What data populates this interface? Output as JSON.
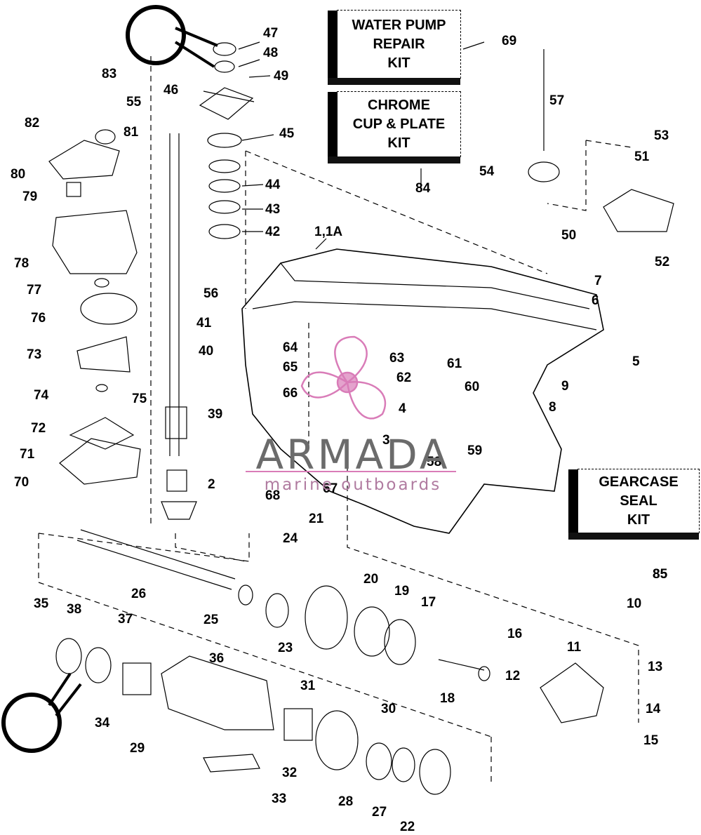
{
  "kits": [
    {
      "id": "water-pump",
      "lines": [
        "WATER PUMP",
        "REPAIR",
        "KIT"
      ],
      "ref": "69"
    },
    {
      "id": "chrome-cup",
      "lines": [
        "CHROME",
        "CUP & PLATE",
        "KIT"
      ],
      "ref": "84"
    },
    {
      "id": "gearcase-seal",
      "lines": [
        "GEARCASE",
        "SEAL",
        "KIT"
      ],
      "ref": "85"
    }
  ],
  "watermark": {
    "brand": "ARMADA",
    "tagline": "marine outboards",
    "accent": "#d97cb8"
  },
  "labels": [
    "47",
    "48",
    "49",
    "46",
    "45",
    "44",
    "43",
    "42",
    "55",
    "56",
    "41",
    "40",
    "39",
    "2",
    "83",
    "82",
    "81",
    "80",
    "79",
    "78",
    "77",
    "76",
    "73",
    "74",
    "75",
    "72",
    "71",
    "70",
    "57",
    "53",
    "51",
    "54",
    "50",
    "52",
    "7",
    "6",
    "5",
    "9",
    "8",
    "61",
    "60",
    "1,1A",
    "64",
    "65",
    "66",
    "63",
    "62",
    "4",
    "3",
    "59",
    "58",
    "67",
    "68",
    "21",
    "24",
    "26",
    "25",
    "23",
    "20",
    "19",
    "17",
    "16",
    "18",
    "10",
    "11",
    "13",
    "12",
    "14",
    "15",
    "35",
    "38",
    "37",
    "36",
    "34",
    "29",
    "31",
    "30",
    "32",
    "33",
    "28",
    "27",
    "22",
    "85"
  ]
}
